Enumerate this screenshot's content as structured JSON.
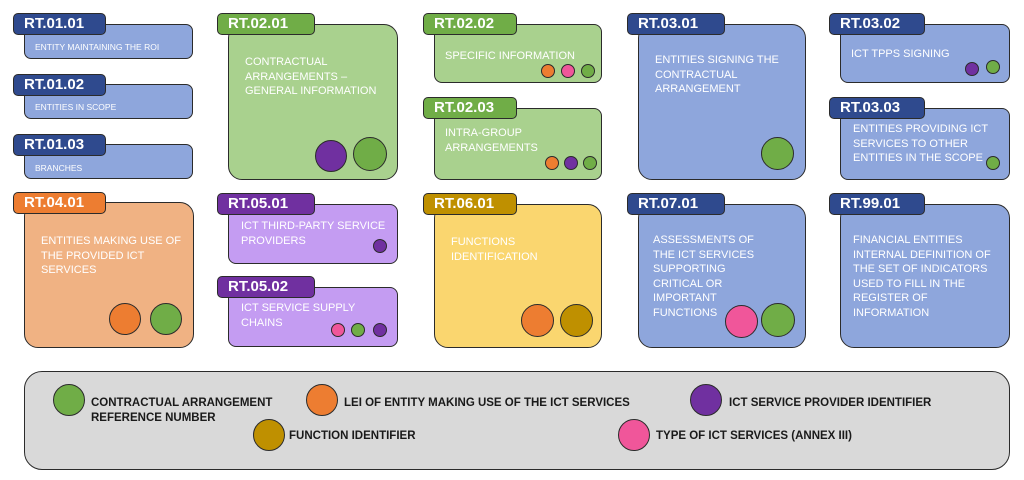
{
  "colors": {
    "green": "#70ad47",
    "orange": "#ed7d31",
    "purple": "#7030a0",
    "gold": "#bf9000",
    "pink": "#f0569a"
  },
  "templates": {
    "rt_01_01": {
      "code": "RT.01.01",
      "label": "ENTITY MAINTAINING THE ROI"
    },
    "rt_01_02": {
      "code": "RT.01.02",
      "label": "ENTITIES IN SCOPE"
    },
    "rt_01_03": {
      "code": "RT.01.03",
      "label": "BRANCHES"
    },
    "rt_04_01": {
      "code": "RT.04.01",
      "label": "ENTITIES MAKING USE OF THE PROVIDED ICT SERVICES"
    },
    "rt_02_01": {
      "code": "RT.02.01",
      "label": "CONTRACTUAL ARRANGEMENTS – GENERAL INFORMATION"
    },
    "rt_05_01": {
      "code": "RT.05.01",
      "label": "ICT THIRD-PARTY SERVICE PROVIDERS"
    },
    "rt_05_02": {
      "code": "RT.05.02",
      "label": "ICT SERVICE SUPPLY CHAINS"
    },
    "rt_02_02": {
      "code": "RT.02.02",
      "label": "SPECIFIC INFORMATION"
    },
    "rt_02_03": {
      "code": "RT.02.03",
      "label": "INTRA-GROUP ARRANGEMENTS"
    },
    "rt_06_01": {
      "code": "RT.06.01",
      "label": "FUNCTIONS IDENTIFICATION"
    },
    "rt_03_01": {
      "code": "RT.03.01",
      "label": "ENTITIES SIGNING THE CONTRACTUAL ARRANGEMENT"
    },
    "rt_07_01": {
      "code": "RT.07.01",
      "label": "ASSESSMENTS OF THE ICT SERVICES SUPPORTING CRITICAL OR IMPORTANT FUNCTIONS"
    },
    "rt_03_02": {
      "code": "RT.03.02",
      "label": "ICT TPPs SIGNING"
    },
    "rt_03_03": {
      "code": "RT.03.03",
      "label": "ENTITIES PROVIDING ICT SERVICES TO OTHER ENTITIES IN THE SCOPE"
    },
    "rt_99_01": {
      "code": "RT.99.01",
      "label": "FINANCIAL ENTITIES INTERNAL DEFINITION OF THE SET OF INDICATORS USED TO FILL IN THE REGISTER OF INFORMATION"
    }
  },
  "legend": {
    "green": "CONTRACTUAL ARRANGEMENT REFERENCE NUMBER",
    "orange": "LEI OF ENTITY MAKING USE OF THE ICT SERVICES",
    "purple": "ICT SERVICE PROVIDER IDENTIFIER",
    "gold": "FUNCTION IDENTIFIER",
    "pink": "TYPE OF ICT SERVICES (ANNEX III)"
  }
}
